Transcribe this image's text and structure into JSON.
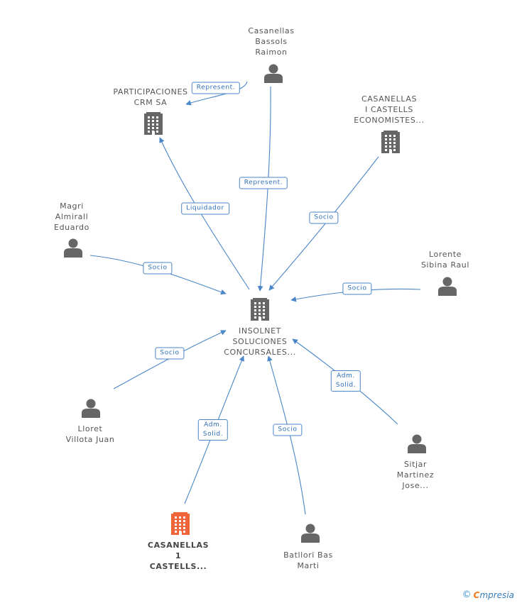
{
  "nodes": [
    {
      "id": "insolnet",
      "type": "company",
      "label": "INSOLNET\nSOLUCIONES\nCONCURSALES...",
      "color": "#666666"
    },
    {
      "id": "casanellas_bassols",
      "type": "person",
      "label": "Casanellas\nBassols\nRaimon",
      "color": "#666666"
    },
    {
      "id": "participaciones",
      "type": "company",
      "label": "PARTICIPACIONES\nCRM SA",
      "color": "#666666"
    },
    {
      "id": "casanellas_castells_eco",
      "type": "company",
      "label": "CASANELLAS\nI CASTELLS\nECONOMISTES...",
      "color": "#666666"
    },
    {
      "id": "magri",
      "type": "person",
      "label": "Magri\nAlmirall\nEduardo",
      "color": "#666666"
    },
    {
      "id": "lorente",
      "type": "person",
      "label": "Lorente\nSibina Raul",
      "color": "#666666"
    },
    {
      "id": "lloret",
      "type": "person",
      "label": "Lloret\nVillota Juan",
      "color": "#666666"
    },
    {
      "id": "sitjar",
      "type": "person",
      "label": "Sitjar\nMartinez\nJose...",
      "color": "#666666"
    },
    {
      "id": "casanellas_1",
      "type": "company",
      "label": "CASANELLAS\n1\nCASTELLS...",
      "color": "#f0643a",
      "bold": true
    },
    {
      "id": "batllori",
      "type": "person",
      "label": "Batllori Bas\nMarti",
      "color": "#666666"
    }
  ],
  "edges": [
    {
      "label": "Represent."
    },
    {
      "label": "Represent."
    },
    {
      "label": "Liquidador"
    },
    {
      "label": "Socio"
    },
    {
      "label": "Socio"
    },
    {
      "label": "Socio"
    },
    {
      "label": "Socio"
    },
    {
      "label": "Adm.\nSolid."
    },
    {
      "label": "Adm.\nSolid."
    },
    {
      "label": "Socio"
    }
  ],
  "colors": {
    "edge": "#4a86c8",
    "accent": "#f0643a"
  },
  "footer": {
    "copyright": "©",
    "brand_first": "C",
    "brand_rest": "mpresia"
  }
}
